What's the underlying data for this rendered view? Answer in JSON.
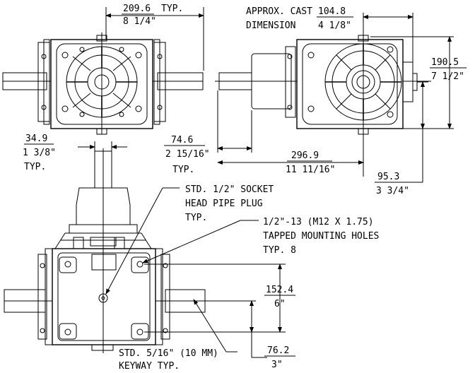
{
  "top_left_view": {
    "width_mm": "209.6",
    "width_in": "8 1/4\"",
    "typ": "TYP."
  },
  "top_right_view": {
    "cast_note_line1": "APPROX. CAST",
    "cast_note_line2": "DIMENSION",
    "cast_mm": "104.8",
    "cast_in": "4 1/8\"",
    "height_mm": "190.5",
    "height_in": "7 1/2\""
  },
  "shaft_dims": {
    "dia_mm": "34.9",
    "dia_in": "1 3/8\"",
    "dia_typ": "TYP.",
    "ext_mm": "74.6",
    "ext_in": "2 15/16\"",
    "ext_typ": "TYP.",
    "length_mm": "296.9",
    "length_in": "11 11/16\"",
    "center_mm": "95.3",
    "center_in": "3 3/4\""
  },
  "front_view_notes": {
    "plug_line1": "STD. 1/2\" SOCKET",
    "plug_line2": "HEAD PIPE PLUG",
    "plug_line3": "TYP.",
    "holes_line1": "1/2\"-13 (M12 X 1.75)",
    "holes_line2": "TAPPED MOUNTING HOLES",
    "holes_line3": "TYP. 8",
    "spacing_mm": "152.4",
    "spacing_in": "6\"",
    "offset_mm": "76.2",
    "offset_in": "3\"",
    "keyway_line1": "STD. 5/16\" (10 MM)",
    "keyway_line2": "KEYWAY TYP."
  }
}
